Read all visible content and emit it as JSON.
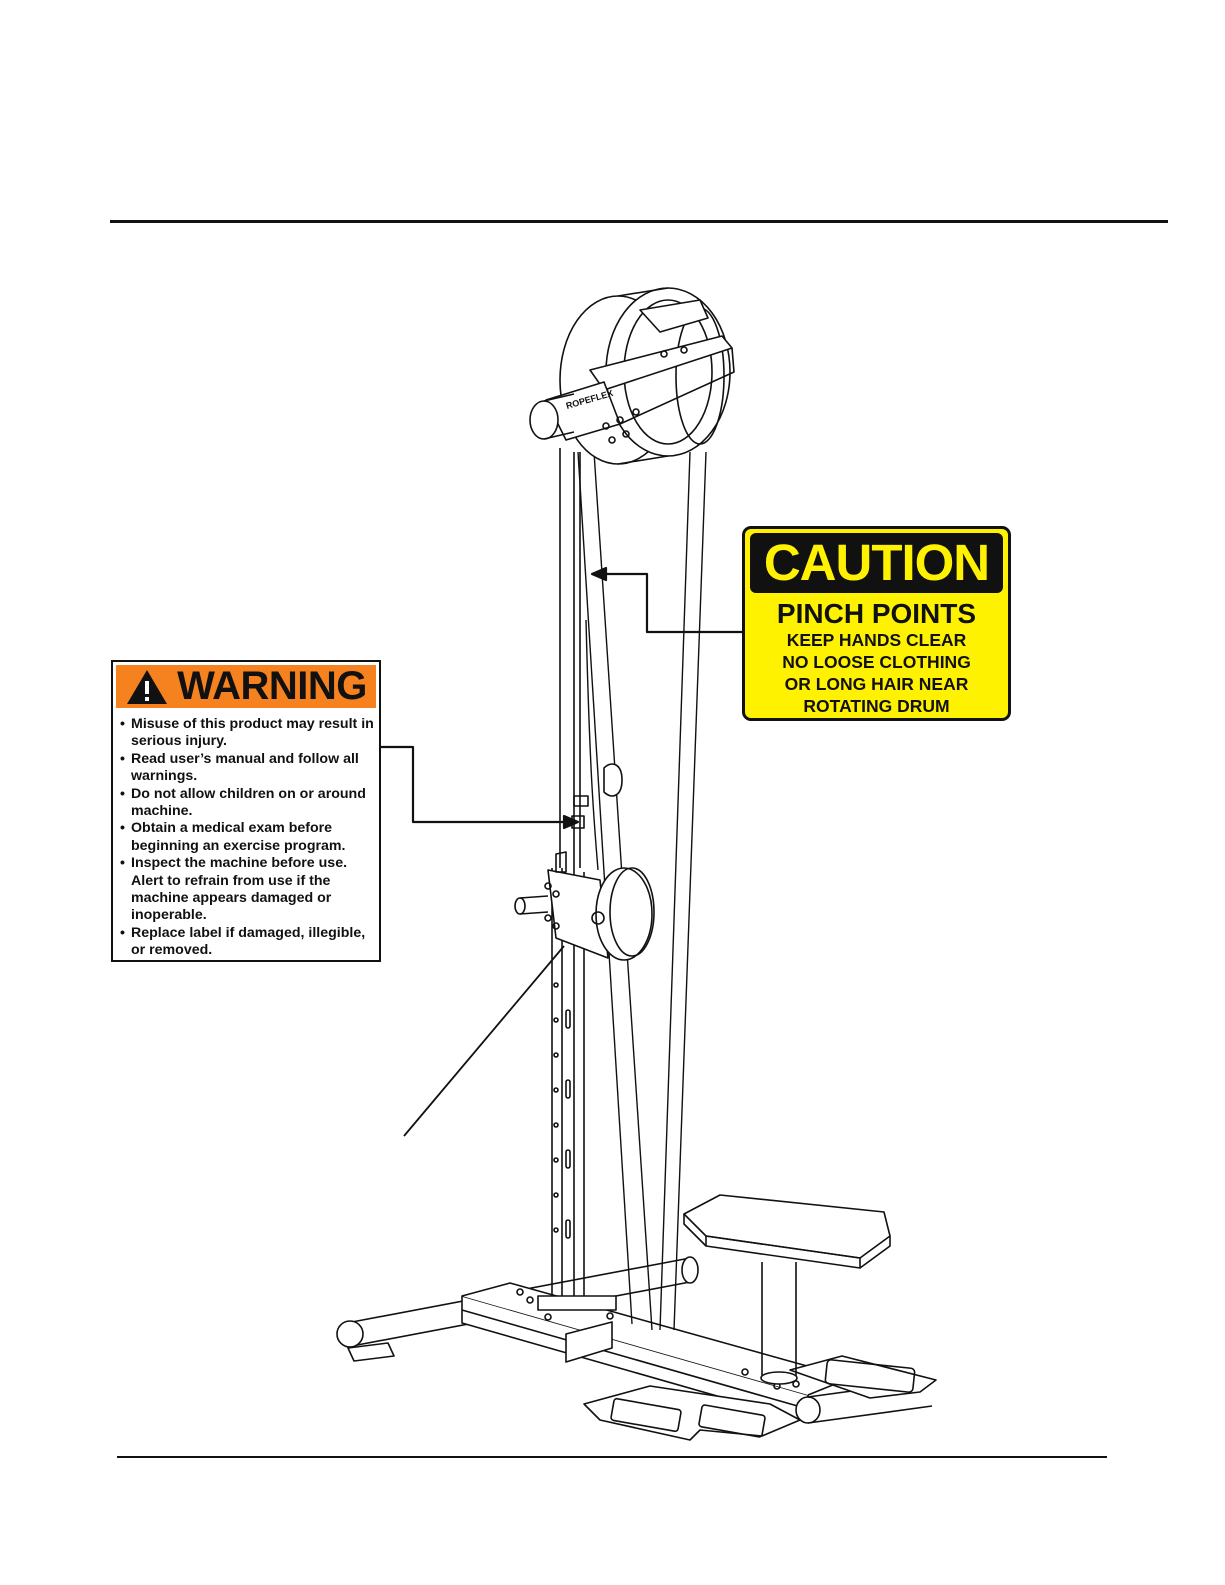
{
  "caution": {
    "header": "CAUTION",
    "title": "PINCH POINTS",
    "lines": [
      "KEEP HANDS CLEAR",
      "NO LOOSE CLOTHING",
      "OR LONG HAIR NEAR",
      "ROTATING DRUM"
    ]
  },
  "warning": {
    "header": "WARNING",
    "items": [
      "Misuse of this product may result in serious injury.",
      "Read user’s manual and follow all warnings.",
      "Do not allow children on or around machine.",
      "Obtain a medical exam before beginning an exercise program.",
      "Inspect the machine before use. Alert to refrain from use if the machine appears damaged or inoperable.",
      "Replace label if damaged, illegible, or removed."
    ]
  },
  "brand_mark": "ROPEFLEX",
  "colors": {
    "caution_yellow": "#fff200",
    "warning_orange": "#f5821f",
    "ink": "#111111"
  }
}
